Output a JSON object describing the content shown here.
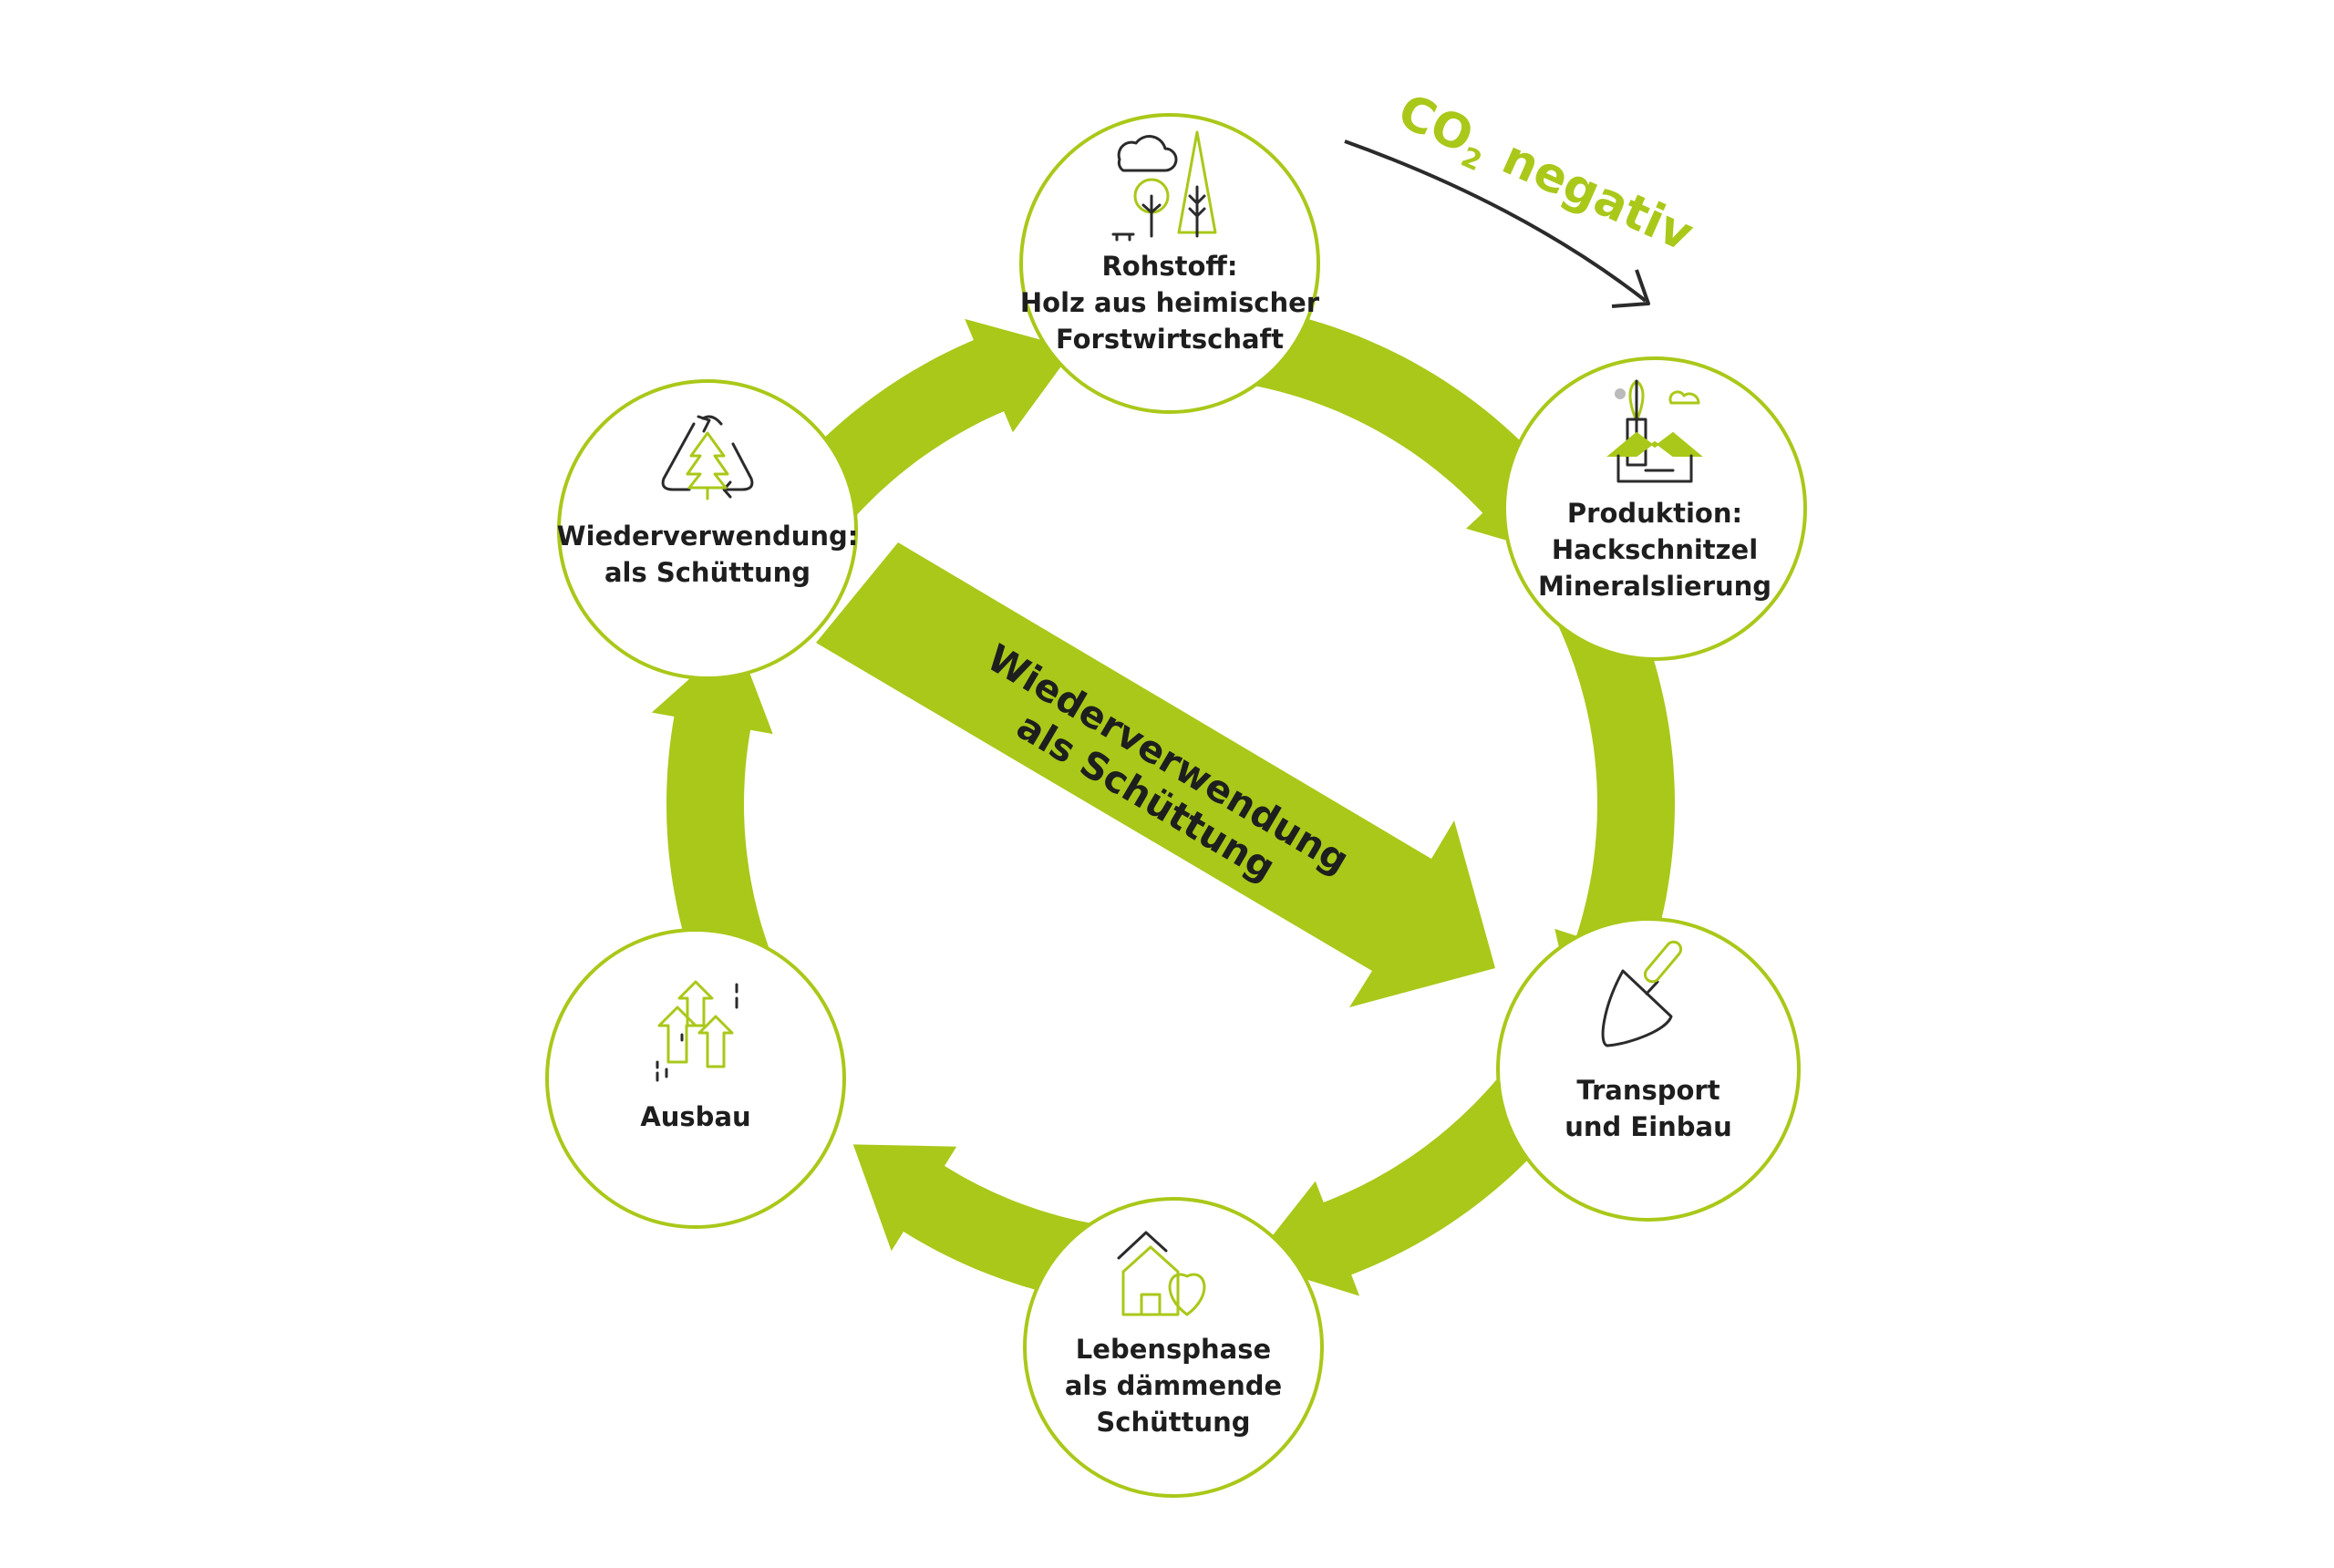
{
  "colors": {
    "accent": "#a9c819",
    "text": "#1e1e1e",
    "ring_border": "#a9c819",
    "dark_arrow": "#2b2b2b"
  },
  "stages": [
    {
      "id": "rohstoff",
      "icon": "forest-icon",
      "lines": [
        "Rohstoff:",
        "Holz aus heimischer",
        "Forstwirtschaft"
      ]
    },
    {
      "id": "produktion",
      "icon": "factory-icon",
      "lines": [
        "Produktion:",
        "Hackschnitzel",
        "Mineralslierung"
      ]
    },
    {
      "id": "transport",
      "icon": "trowel-icon",
      "lines": [
        "Transport",
        "und Einbau"
      ]
    },
    {
      "id": "lebensphase",
      "icon": "house-heart-icon",
      "lines": [
        "Lebensphase",
        "als dämmende",
        "Schüttung"
      ]
    },
    {
      "id": "ausbau",
      "icon": "arrows-up-icon",
      "lines": [
        "Ausbau"
      ]
    },
    {
      "id": "wiederverwendung",
      "icon": "recycle-tree-icon",
      "lines": [
        "Wiederverwendung:",
        "als Schüttung"
      ]
    }
  ],
  "center_arrow": {
    "lines": [
      "Wiederverwendung",
      "als Schüttung"
    ]
  },
  "co2": {
    "main": "CO",
    "sub": "2",
    "word": "negativ"
  }
}
